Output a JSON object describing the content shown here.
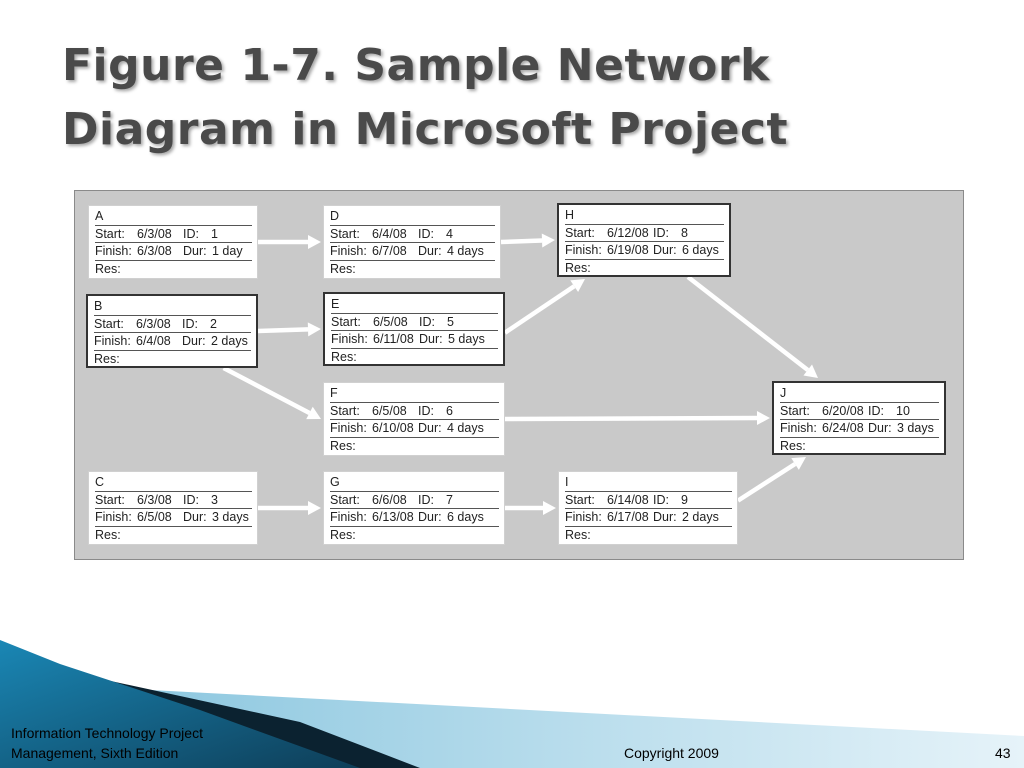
{
  "title": {
    "line1": "Figure 1-7. Sample Network",
    "line2": "Diagram in Microsoft Project"
  },
  "diagram": {
    "nodes": [
      {
        "key": "A",
        "letter": "A",
        "start_label": "Start:",
        "start": "6/3/08",
        "id_label": "ID:",
        "id": "1",
        "finish_label": "Finish:",
        "finish": "6/3/08",
        "dur_label": "Dur:",
        "duration": "1 day",
        "res_label": "Res:",
        "critical": false
      },
      {
        "key": "B",
        "letter": "B",
        "start_label": "Start:",
        "start": "6/3/08",
        "id_label": "ID:",
        "id": "2",
        "finish_label": "Finish:",
        "finish": "6/4/08",
        "dur_label": "Dur:",
        "duration": "2 days",
        "res_label": "Res:",
        "critical": true
      },
      {
        "key": "C",
        "letter": "C",
        "start_label": "Start:",
        "start": "6/3/08",
        "id_label": "ID:",
        "id": "3",
        "finish_label": "Finish:",
        "finish": "6/5/08",
        "dur_label": "Dur:",
        "duration": "3 days",
        "res_label": "Res:",
        "critical": false
      },
      {
        "key": "D",
        "letter": "D",
        "start_label": "Start:",
        "start": "6/4/08",
        "id_label": "ID:",
        "id": "4",
        "finish_label": "Finish:",
        "finish": "6/7/08",
        "dur_label": "Dur:",
        "duration": "4 days",
        "res_label": "Res:",
        "critical": false
      },
      {
        "key": "E",
        "letter": "E",
        "start_label": "Start:",
        "start": "6/5/08",
        "id_label": "ID:",
        "id": "5",
        "finish_label": "Finish:",
        "finish": "6/11/08",
        "dur_label": "Dur:",
        "duration": "5 days",
        "res_label": "Res:",
        "critical": true
      },
      {
        "key": "F",
        "letter": "F",
        "start_label": "Start:",
        "start": "6/5/08",
        "id_label": "ID:",
        "id": "6",
        "finish_label": "Finish:",
        "finish": "6/10/08",
        "dur_label": "Dur:",
        "duration": "4 days",
        "res_label": "Res:",
        "critical": false
      },
      {
        "key": "G",
        "letter": "G",
        "start_label": "Start:",
        "start": "6/6/08",
        "id_label": "ID:",
        "id": "7",
        "finish_label": "Finish:",
        "finish": "6/13/08",
        "dur_label": "Dur:",
        "duration": "6 days",
        "res_label": "Res:",
        "critical": false
      },
      {
        "key": "H",
        "letter": "H",
        "start_label": "Start:",
        "start": "6/12/08",
        "id_label": "ID:",
        "id": "8",
        "finish_label": "Finish:",
        "finish": "6/19/08",
        "dur_label": "Dur:",
        "duration": "6 days",
        "res_label": "Res:",
        "critical": true
      },
      {
        "key": "I",
        "letter": "I",
        "start_label": "Start:",
        "start": "6/14/08",
        "id_label": "ID:",
        "id": "9",
        "finish_label": "Finish:",
        "finish": "6/17/08",
        "dur_label": "Dur:",
        "duration": "2 days",
        "res_label": "Res:",
        "critical": false
      },
      {
        "key": "J",
        "letter": "J",
        "start_label": "Start:",
        "start": "6/20/08",
        "id_label": "ID:",
        "id": "10",
        "finish_label": "Finish:",
        "finish": "6/24/08",
        "dur_label": "Dur:",
        "duration": "3 days",
        "res_label": "Res:",
        "critical": true
      }
    ],
    "edges": [
      {
        "from": "A",
        "to": "D"
      },
      {
        "from": "D",
        "to": "H"
      },
      {
        "from": "B",
        "to": "E"
      },
      {
        "from": "B",
        "to": "F"
      },
      {
        "from": "E",
        "to": "H"
      },
      {
        "from": "H",
        "to": "J"
      },
      {
        "from": "F",
        "to": "J"
      },
      {
        "from": "C",
        "to": "G"
      },
      {
        "from": "G",
        "to": "I"
      },
      {
        "from": "I",
        "to": "J"
      }
    ],
    "colors": {
      "background": "#c9c9c9",
      "arrow": "#ffffff",
      "critical_border": "#333333"
    }
  },
  "footer": {
    "book_line1": "Information Technology Project",
    "book_line2": "Management, Sixth Edition",
    "copyright": "Copyright 2009",
    "page_number": "43",
    "colors": {
      "band_light": "#b9dcea",
      "band_blue": "#1e6f96",
      "band_dark": "#0b2230"
    }
  }
}
